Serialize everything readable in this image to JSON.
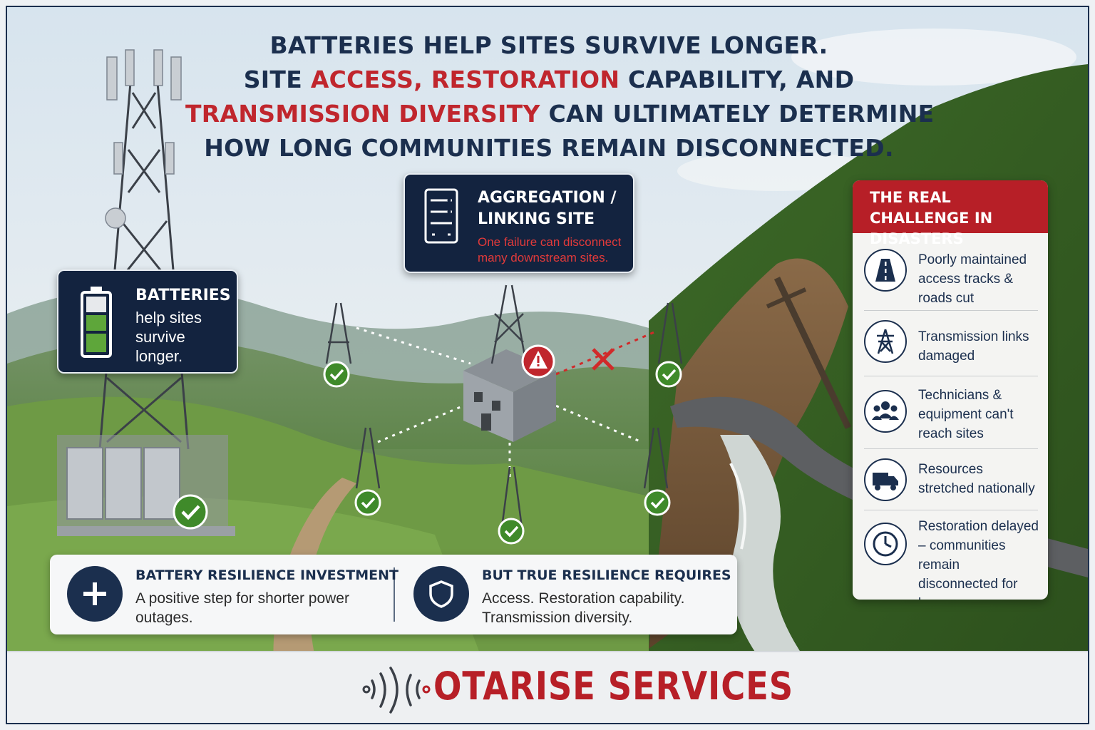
{
  "headline": {
    "line1": "BATTERIES HELP SITES SURVIVE LONGER.",
    "line2_pre": "SITE ",
    "line2_hl": "ACCESS, RESTORATION",
    "line2_post": " CAPABILITY, AND",
    "line3_hl": "TRANSMISSION DIVERSITY",
    "line3_post": " CAN ULTIMATELY DETERMINE",
    "line4": "HOW LONG COMMUNITIES REMAIN DISCONNECTED."
  },
  "batteries_callout": {
    "title": "BATTERIES",
    "description": "help sites survive longer.",
    "icon": "battery-icon"
  },
  "aggregation_callout": {
    "title": "AGGREGATION / LINKING SITE",
    "warning": "One failure can disconnect many downstream sites.",
    "icon": "server-rack-icon"
  },
  "challenge_panel": {
    "title": "THE REAL CHALLENGE IN DISASTERS",
    "items": [
      {
        "icon": "road-icon",
        "text": "Poorly maintained access tracks & roads cut"
      },
      {
        "icon": "transmission-tower-icon",
        "text": "Transmission links damaged"
      },
      {
        "icon": "people-icon",
        "text": "Technicians & equipment can't reach sites"
      },
      {
        "icon": "truck-icon",
        "text": "Resources stretched nationally"
      },
      {
        "icon": "clock-icon",
        "text": "Restoration delayed – communities remain disconnected for longer"
      }
    ]
  },
  "info_bar": {
    "left": {
      "icon": "plus-icon",
      "title": "BATTERY RESILIENCE INVESTMENT",
      "description": "A positive step for shorter power outages."
    },
    "right": {
      "icon": "shield-icon",
      "title": "BUT TRUE RESILIENCE REQUIRES",
      "description": "Access. Restoration capability. Transmission diversity."
    }
  },
  "footer": {
    "brand": "OTARISE SERVICES",
    "icon": "signal-waves-icon"
  },
  "colors": {
    "navy": "#1b2f4e",
    "red": "#b71f27",
    "check_green": "#3f8a2a",
    "warning_red": "#c0262d"
  }
}
